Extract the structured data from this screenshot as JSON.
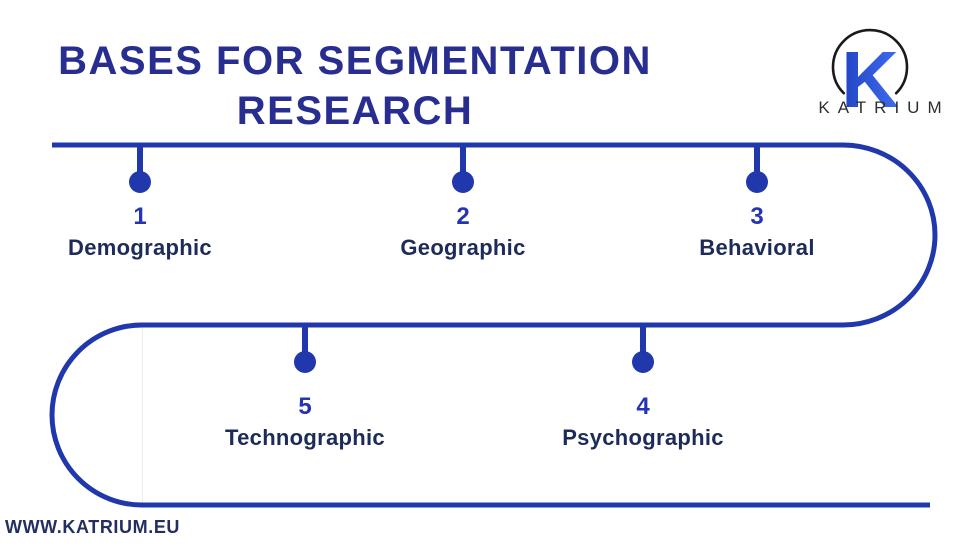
{
  "title": {
    "line1": "BASES FOR SEGMENTATION",
    "line2": "RESEARCH"
  },
  "logo": {
    "monogram": "K",
    "wordmark": "KATRIUM"
  },
  "timeline": {
    "items": [
      {
        "number": "1",
        "label": "Demographic"
      },
      {
        "number": "2",
        "label": "Geographic"
      },
      {
        "number": "3",
        "label": "Behavioral"
      },
      {
        "number": "4",
        "label": "Psychographic"
      },
      {
        "number": "5",
        "label": "Technographic"
      }
    ]
  },
  "footer": {
    "website": "WWW.KATRIUM.EU"
  },
  "colors": {
    "accent_line": "#2038ac",
    "title": "#272e90",
    "number": "#2434b4",
    "label": "#1d2b58",
    "footer": "#232f63",
    "wordmark": "#2e2e2e",
    "circle_stroke": "#1a1a1a",
    "k_gradient_start": "#2144c4",
    "k_gradient_end": "#3e6cee"
  }
}
